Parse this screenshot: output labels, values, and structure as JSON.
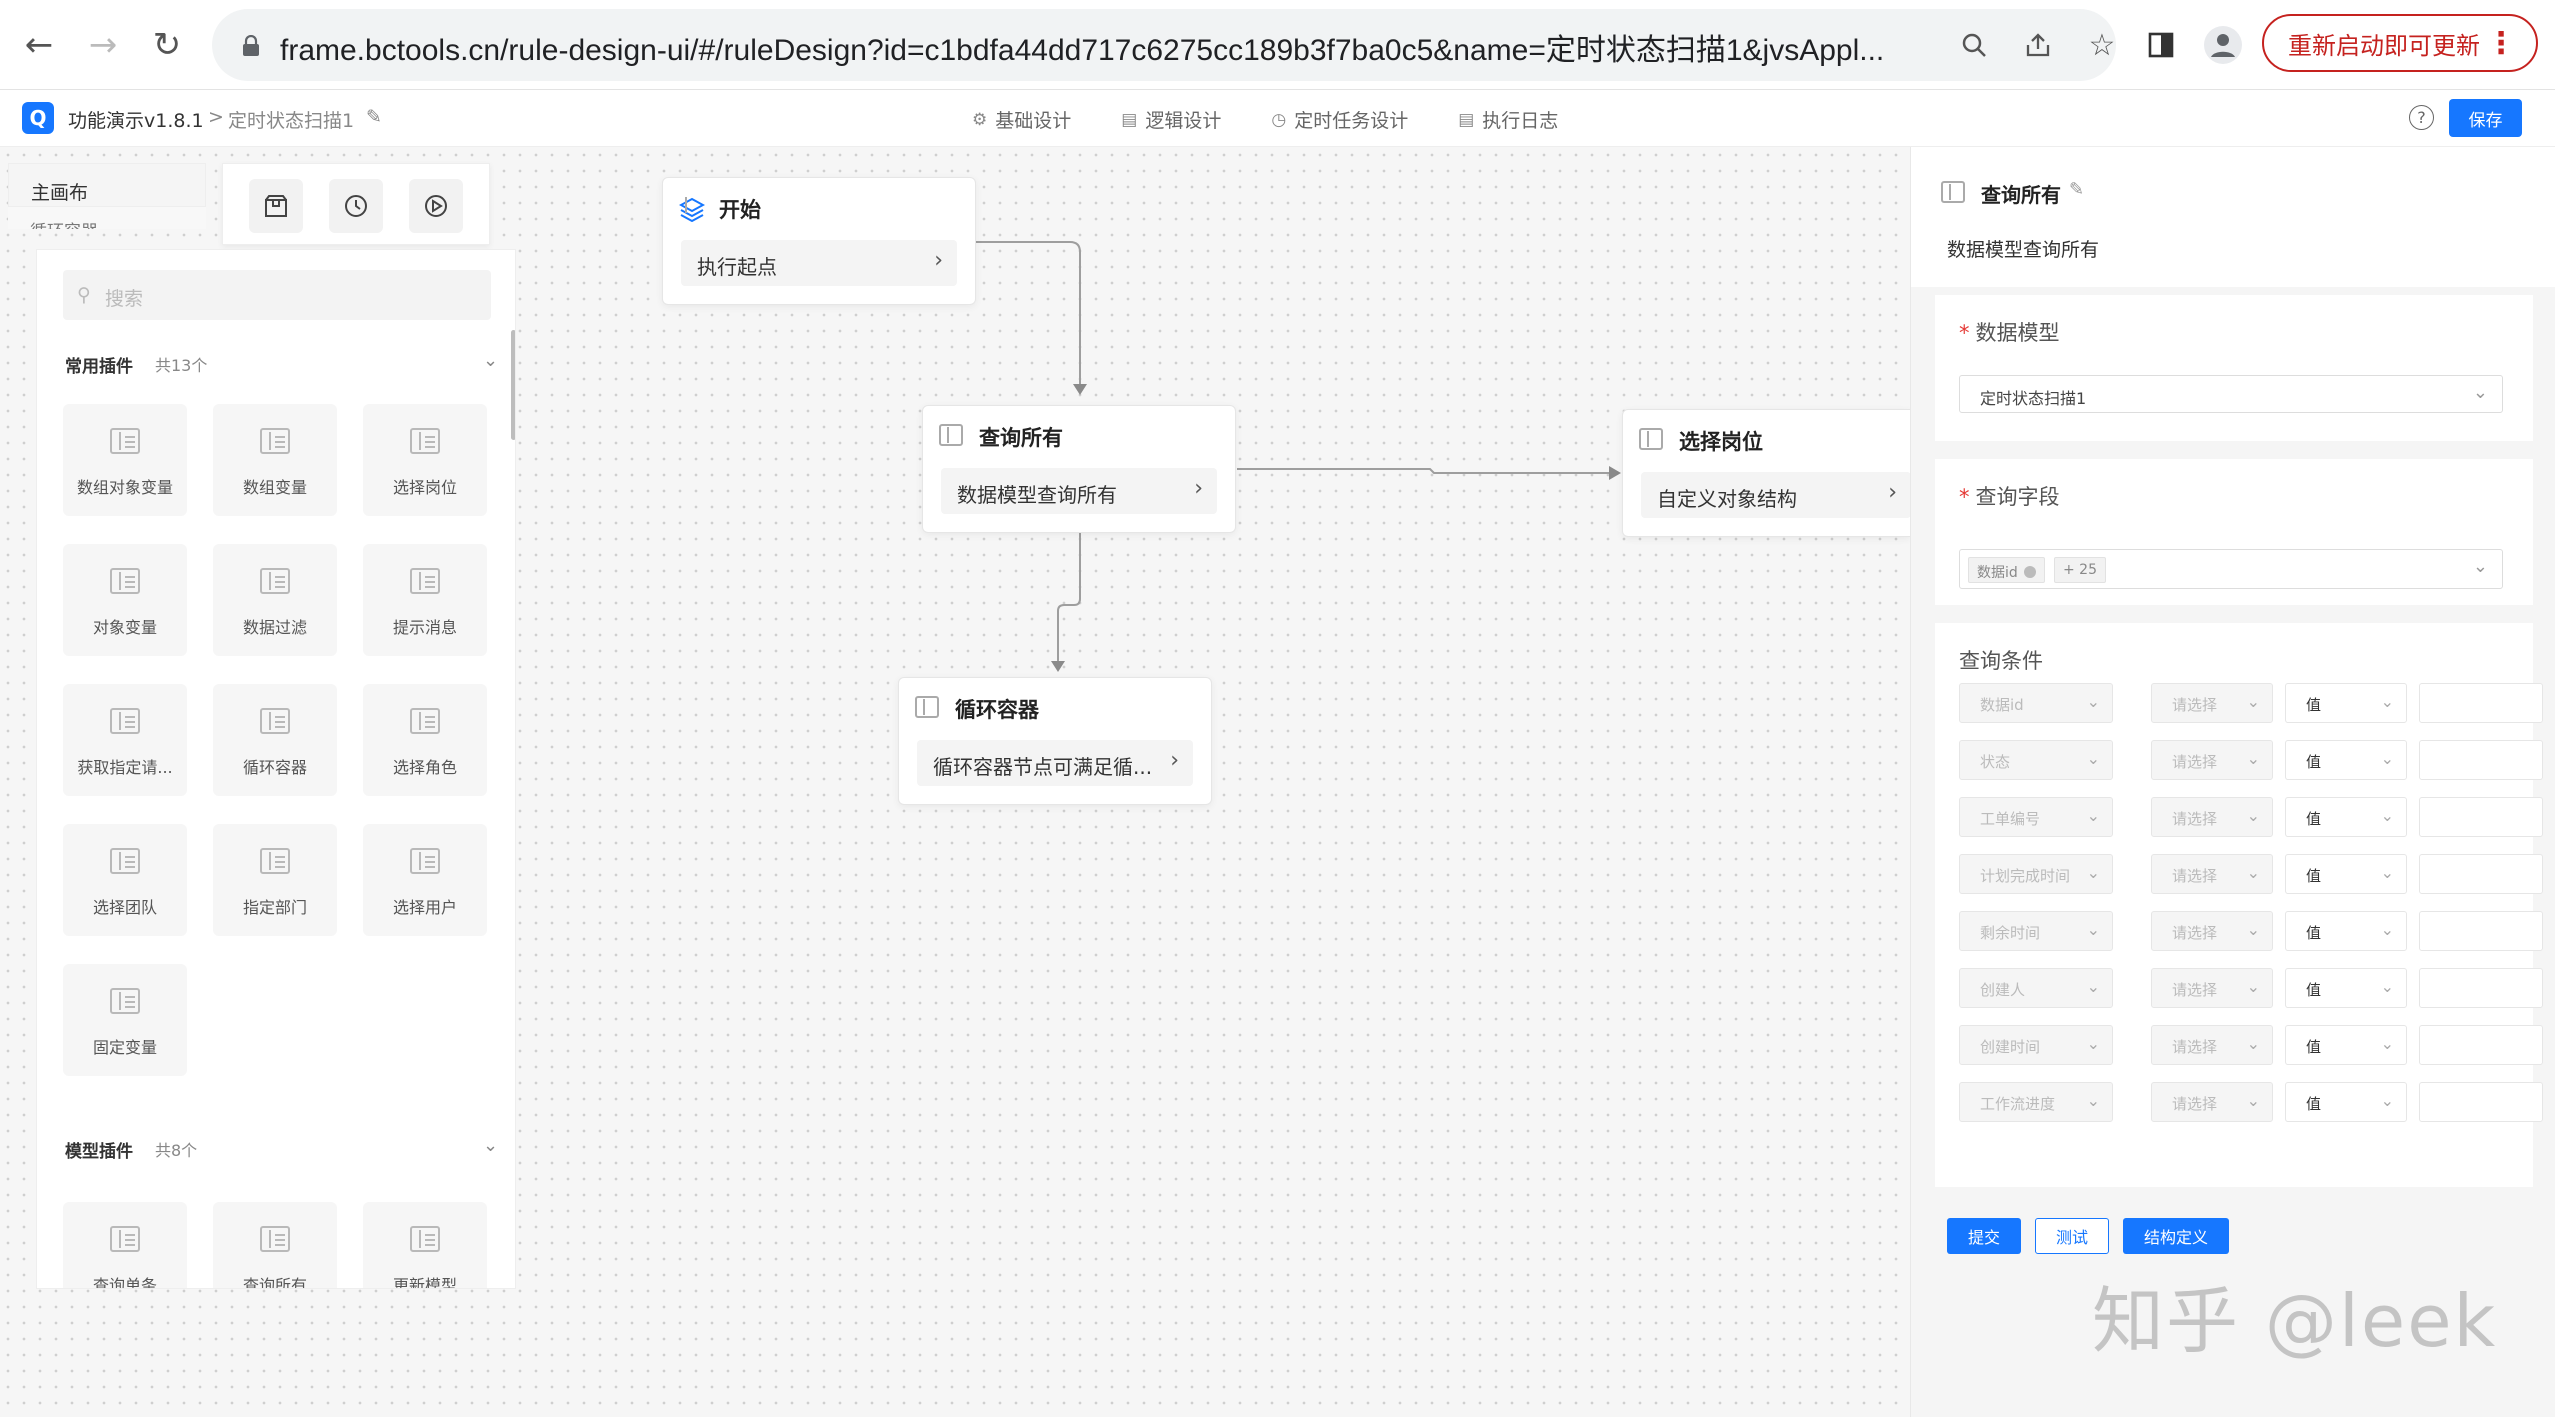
{
  "browser": {
    "url": "frame.bctools.cn/rule-design-ui/#/ruleDesign?id=c1bdfa44dd717c6275cc189b3f7ba0c5&name=定时状态扫描1&jvsAppl...",
    "restart_label": "重新启动即可更新",
    "restart_color": "#c5221f"
  },
  "header": {
    "app_name": "功能演示v1.8.1",
    "separator": ">",
    "rule_name": "定时状态扫描1",
    "tabs": [
      {
        "label": "基础设计",
        "icon": "gear-icon"
      },
      {
        "label": "逻辑设计",
        "icon": "logic-icon"
      },
      {
        "label": "定时任务设计",
        "icon": "clock-icon"
      },
      {
        "label": "执行日志",
        "icon": "document-icon"
      }
    ],
    "help": "?",
    "save_label": "保存",
    "accent": "#1677ff"
  },
  "canvas": {
    "tab_main": "主画布",
    "tab_second": "循环容器",
    "search_placeholder": "搜索",
    "common_section": {
      "title": "常用插件",
      "count": "共13个"
    },
    "common_plugins": [
      "数组对象变量",
      "数组变量",
      "选择岗位",
      "对象变量",
      "数据过滤",
      "提示消息",
      "获取指定请...",
      "循环容器",
      "选择角色",
      "选择团队",
      "指定部门",
      "选择用户",
      "固定变量"
    ],
    "model_section": {
      "title": "模型插件",
      "count": "共8个"
    },
    "model_plugins": [
      "查询单条",
      "查询所有",
      "更新模型"
    ],
    "nodes": {
      "start": {
        "title": "开始",
        "body": "执行起点"
      },
      "query_all": {
        "title": "查询所有",
        "body": "数据模型查询所有"
      },
      "select_post": {
        "title": "选择岗位",
        "body": "自定义对象结构"
      },
      "loop": {
        "title": "循环容器",
        "body": "循环容器节点可满足循..."
      }
    }
  },
  "panel": {
    "title": "查询所有",
    "subtitle": "数据模型查询所有",
    "data_model_label": "数据模型",
    "data_model_value": "定时状态扫描1",
    "query_fields_label": "查询字段",
    "query_field_tag": "数据id",
    "query_field_more": "+ 25",
    "conditions_label": "查询条件",
    "conditions": [
      {
        "field": "数据id",
        "op": "请选择",
        "type": "值"
      },
      {
        "field": "状态",
        "op": "请选择",
        "type": "值"
      },
      {
        "field": "工单编号",
        "op": "请选择",
        "type": "值"
      },
      {
        "field": "计划完成时间",
        "op": "请选择",
        "type": "值"
      },
      {
        "field": "剩余时间",
        "op": "请选择",
        "type": "值"
      },
      {
        "field": "创建人",
        "op": "请选择",
        "type": "值"
      },
      {
        "field": "创建时间",
        "op": "请选择",
        "type": "值"
      },
      {
        "field": "工作流进度",
        "op": "请选择",
        "type": "值"
      }
    ],
    "submit_label": "提交",
    "test_label": "测试",
    "struct_label": "结构定义"
  },
  "watermark": "知乎 @leek"
}
